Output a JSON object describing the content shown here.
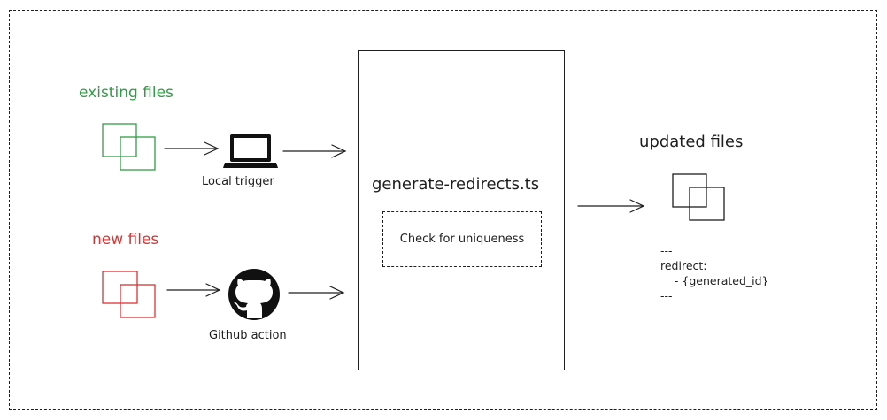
{
  "diagram": {
    "labels": {
      "existing_files": "existing files",
      "new_files": "new files",
      "updated_files": "updated files",
      "local_trigger": "Local trigger",
      "github_action": "Github action",
      "script": "generate-redirects.ts",
      "check": "Check for uniqueness"
    },
    "yaml": {
      "line1": "---",
      "line2": "redirect:",
      "line3": "    - {generated_id}",
      "line4": "---"
    },
    "colors": {
      "existing": "#2f9e44",
      "new": "#e03131",
      "ink": "#1e1e1e"
    },
    "icons": {
      "laptop": "laptop-icon",
      "github": "github-icon",
      "files": "files-icon"
    }
  }
}
